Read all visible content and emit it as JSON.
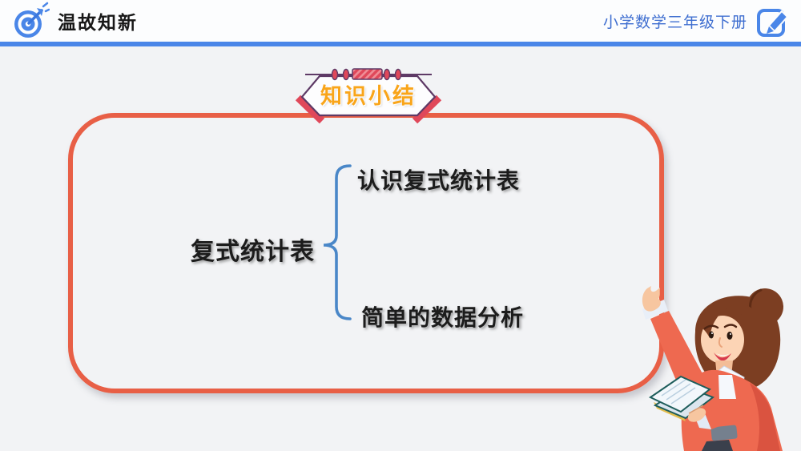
{
  "header": {
    "title": "温故知新",
    "subtitle": "小学数学三年级下册"
  },
  "badge": {
    "label": "知识小结"
  },
  "mindmap": {
    "root": "复式统计表",
    "children": [
      "认识复式统计表",
      "简单的数据分析"
    ]
  },
  "icons": {
    "left": "target-dart-icon",
    "right": "edit-pencil-icon"
  },
  "colors": {
    "accent_blue": "#4a86e8",
    "subtitle_blue": "#3e6ed0",
    "box_border_coral": "#e85f46",
    "badge_outline_purple": "#5e3a66",
    "badge_red": "#e0485a",
    "badge_text_orange": "#f9a51a",
    "brace_blue": "#4a87c8",
    "background": "#f2f3f5"
  }
}
